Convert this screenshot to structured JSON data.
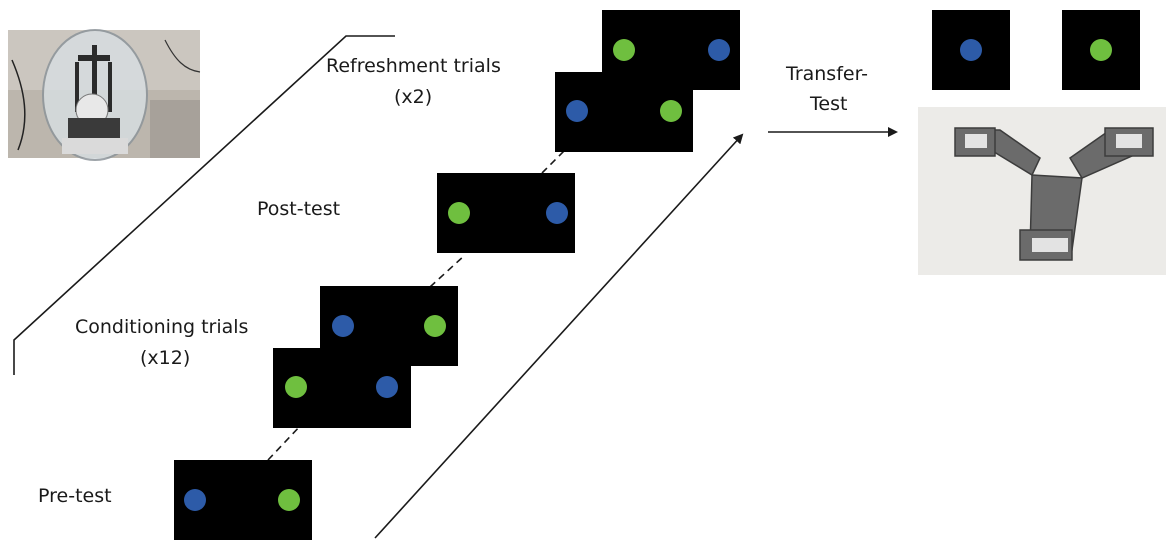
{
  "labels": {
    "refreshment_line1": "Refreshment trials",
    "refreshment_line2": "(x2)",
    "post_test": "Post-test",
    "conditioning_line1": "Conditioning trials",
    "conditioning_line2": "(x12)",
    "pre_test": "Pre-test",
    "transfer_line1": "Transfer-",
    "transfer_line2": "Test"
  },
  "colors": {
    "screen": "#000000",
    "blue_dot": "#2d5ba8",
    "green_dot": "#6fbf3f",
    "line": "#1a1a1a"
  },
  "photos": {
    "apparatus": "spherical-treadmill-photo",
    "y_maze": "y-maze-photo"
  }
}
